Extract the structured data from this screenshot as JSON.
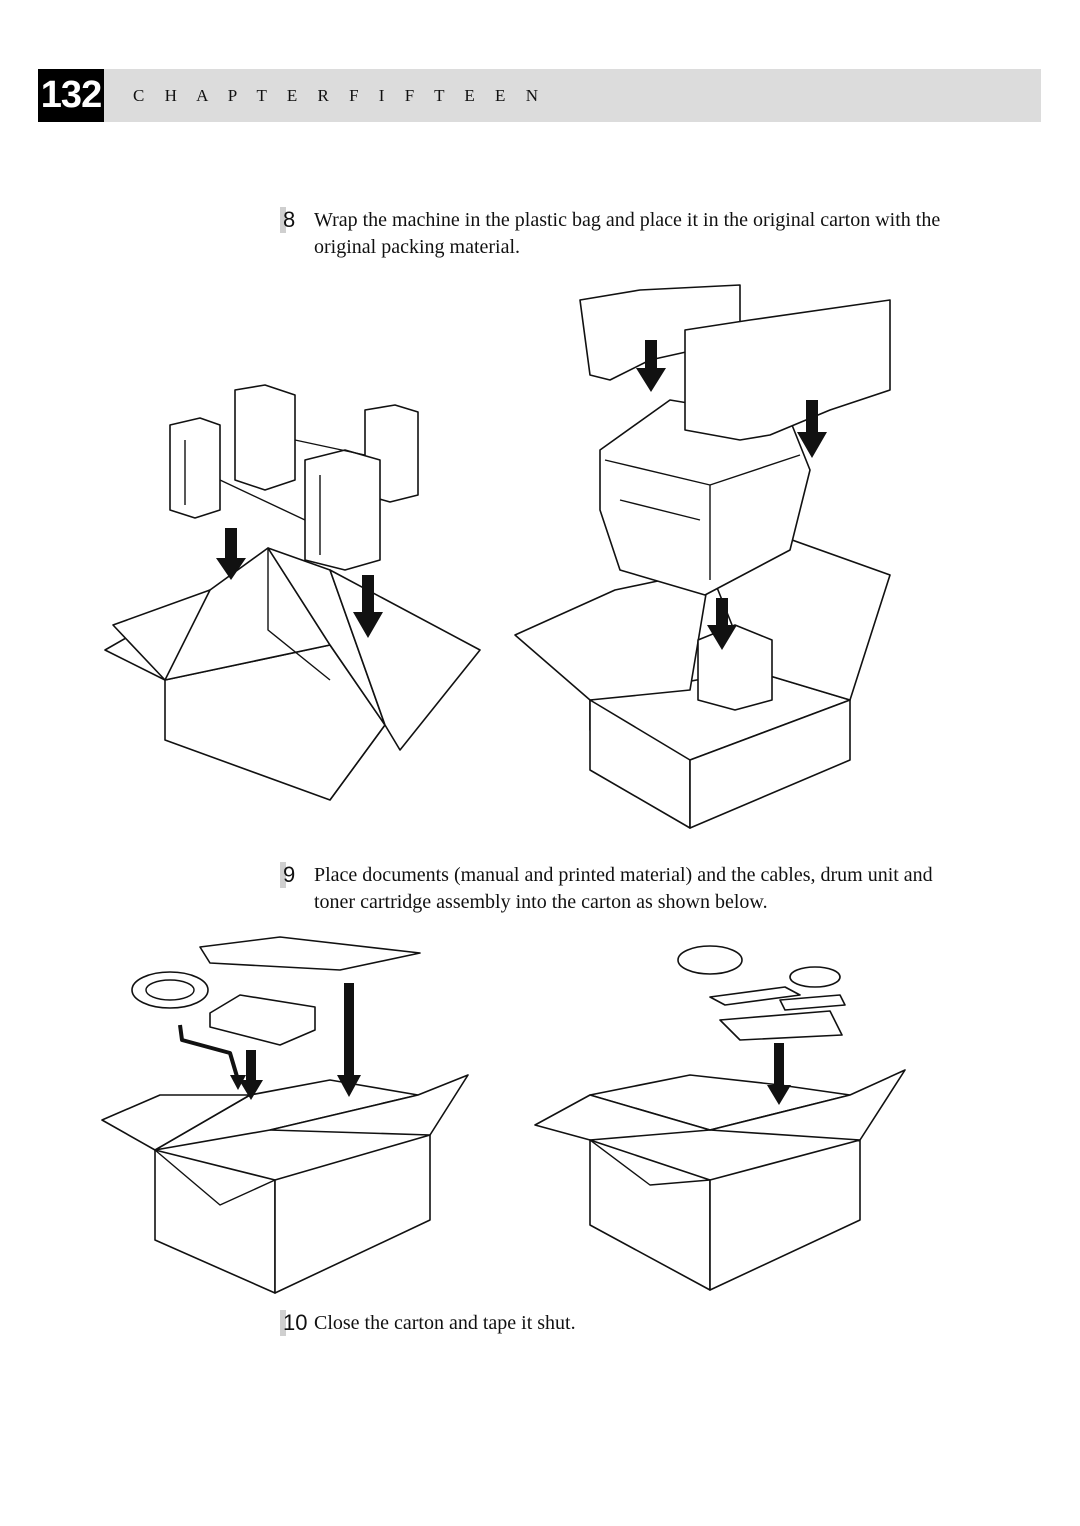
{
  "header": {
    "page_number": "132",
    "chapter_title": "C H A P T E R   F I F T E E N"
  },
  "steps": [
    {
      "number": "8",
      "text": "Wrap the machine in the plastic bag and place it in the original carton with the original packing material."
    },
    {
      "number": "9",
      "text": "Place documents (manual and printed material) and the cables, drum unit and toner cartridge assembly into the carton as shown below."
    },
    {
      "number": "10",
      "text": "Close the carton and tape it shut."
    }
  ]
}
